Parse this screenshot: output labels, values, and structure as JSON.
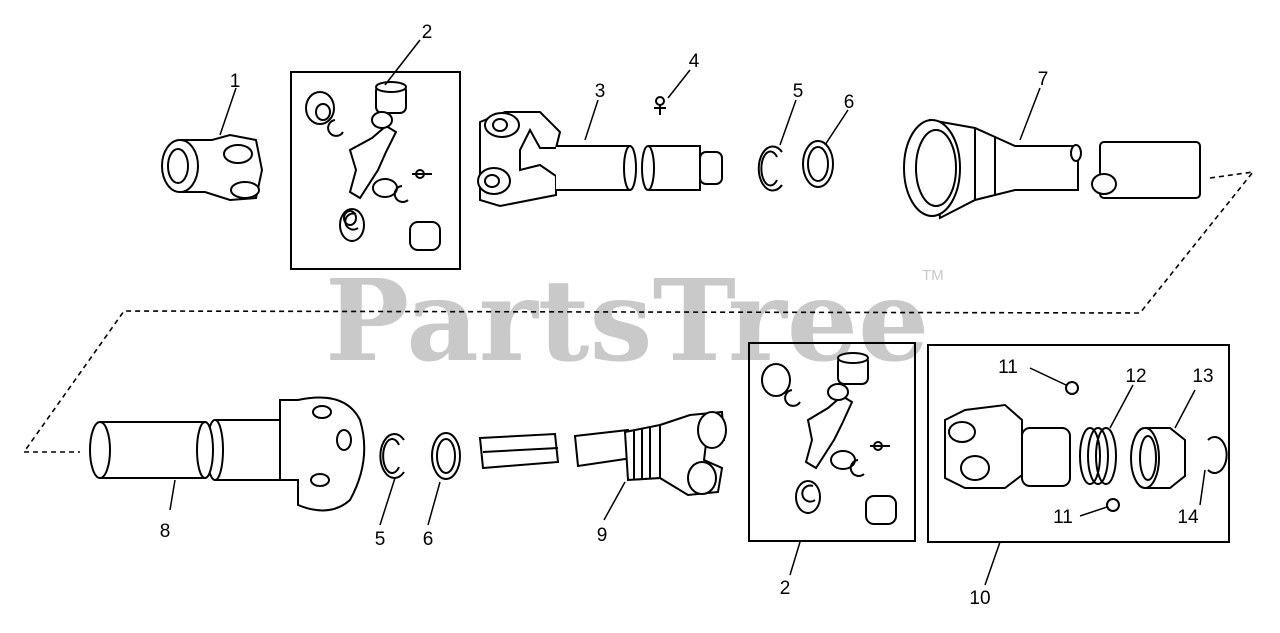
{
  "watermark": {
    "text": "PartsTree",
    "tm": "TM"
  },
  "callouts": {
    "c1": "1",
    "c2_top": "2",
    "c3": "3",
    "c4": "4",
    "c5_top": "5",
    "c6_top": "6",
    "c7": "7",
    "c8": "8",
    "c5_bottom": "5",
    "c6_bottom": "6",
    "c9": "9",
    "c2_bottom": "2",
    "c10": "10",
    "c11_top": "11",
    "c11_bottom": "11",
    "c12": "12",
    "c13": "13",
    "c14": "14"
  }
}
